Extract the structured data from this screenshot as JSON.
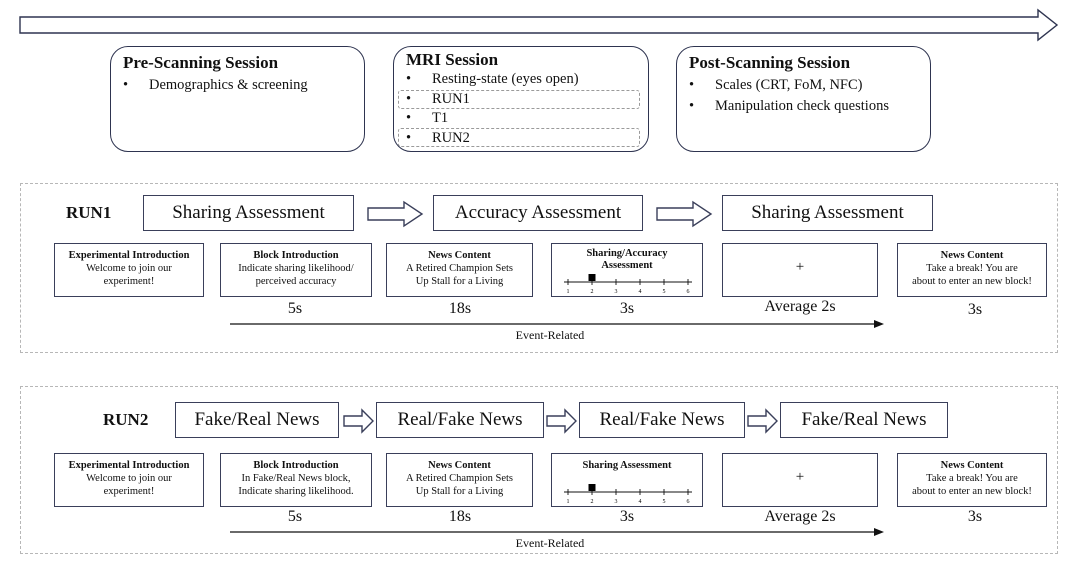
{
  "sessions": [
    {
      "title": "Pre-Scanning Session",
      "items": [
        "Demographics & screening"
      ]
    },
    {
      "title": "MRI Session",
      "items": [
        "Resting-state (eyes open)",
        "RUN1",
        "T1",
        "RUN2"
      ]
    },
    {
      "title": "Post-Scanning Session",
      "items": [
        "Scales (CRT, FoM, NFC)",
        "Manipulation check questions"
      ]
    }
  ],
  "run1": {
    "label": "RUN1",
    "stages": [
      "Sharing Assessment",
      "Accuracy Assessment",
      "Sharing Assessment"
    ],
    "cards": [
      {
        "title": "Experimental Introduction",
        "body": [
          "Welcome to join our",
          "experiment!"
        ]
      },
      {
        "title": "Block Introduction",
        "body": [
          "Indicate sharing likelihood/",
          "perceived accuracy"
        ]
      },
      {
        "title": "News Content",
        "body": [
          "A Retired Champion Sets",
          "Up Stall for a Living"
        ]
      },
      {
        "title": "Sharing/Accuracy",
        "title2": "Assessment",
        "scale": [
          "1",
          "2",
          "3",
          "4",
          "5",
          "6"
        ]
      },
      {
        "symbol": "+"
      },
      {
        "title": "News Content",
        "body": [
          "Take a break! You are",
          "about to enter an new block!"
        ]
      }
    ],
    "durations": [
      "5s",
      "18s",
      "3s",
      "Average 2s",
      "3s"
    ],
    "timeline_label": "Event-Related"
  },
  "run2": {
    "label": "RUN2",
    "stages": [
      "Fake/Real News",
      "Real/Fake News",
      "Real/Fake News",
      "Fake/Real News"
    ],
    "cards": [
      {
        "title": "Experimental Introduction",
        "body": [
          "Welcome to join our",
          "experiment!"
        ]
      },
      {
        "title": "Block Introduction",
        "body": [
          "In Fake/Real News block,",
          "Indicate sharing likelihood."
        ]
      },
      {
        "title": "News Content",
        "body": [
          "A Retired Champion Sets",
          "Up Stall for a Living"
        ]
      },
      {
        "title": "Sharing Assessment",
        "scale": [
          "1",
          "2",
          "3",
          "4",
          "5",
          "6"
        ]
      },
      {
        "symbol": "+"
      },
      {
        "title": "News Content",
        "body": [
          "Take a break! You are",
          "about to enter an new block!"
        ]
      }
    ],
    "durations": [
      "5s",
      "18s",
      "3s",
      "Average 2s",
      "3s"
    ],
    "timeline_label": "Event-Related"
  }
}
